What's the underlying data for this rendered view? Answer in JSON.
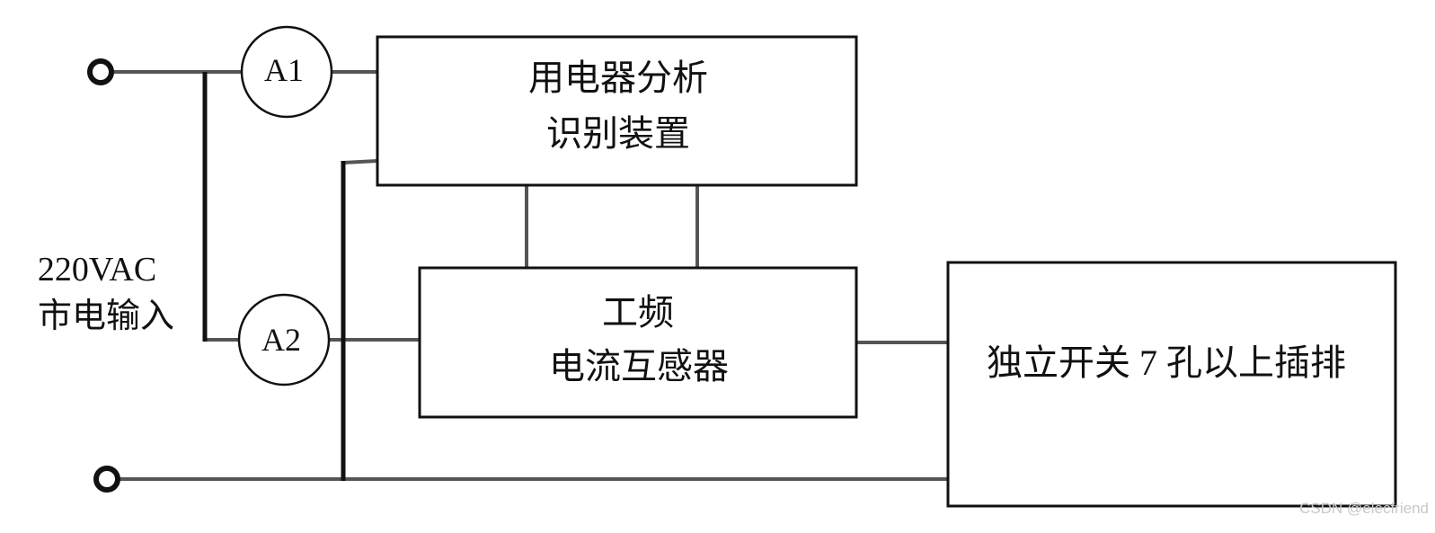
{
  "source_label": {
    "line1": "220VAC",
    "line2": "市电输入"
  },
  "meters": {
    "a1": "A1",
    "a2": "A2"
  },
  "analyzer": {
    "line1": "用电器分析",
    "line2": "识别装置"
  },
  "transformer": {
    "line1": "工频",
    "line2": "电流互感器"
  },
  "power_strip": {
    "label": "独立开关 7 孔以上插排"
  },
  "watermark": "CSDN @elecfriend",
  "colors": {
    "wire": "#555555",
    "box_border": "#111111",
    "text": "#111111"
  }
}
